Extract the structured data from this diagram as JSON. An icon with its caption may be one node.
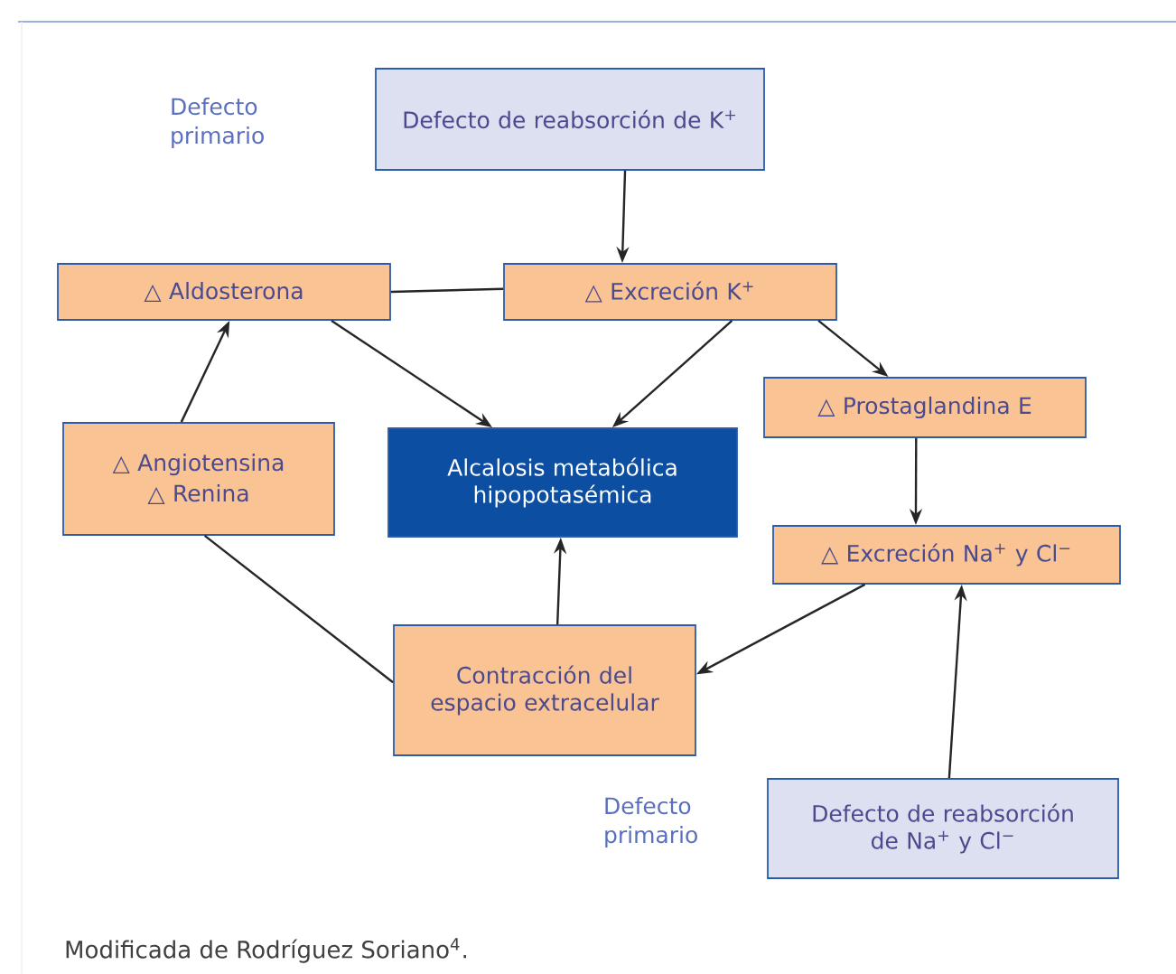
{
  "diagram": {
    "caption": "Modificada de Rodríguez Soriano$^{4}$.",
    "nodes": [
      {
        "text": [
          "Defecto de reabsorción de K$^{+}$"
        ]
      },
      {
        "text": [
          "△ Aldosterona"
        ]
      },
      {
        "text": [
          "△ Excreción K$^{+}$"
        ]
      },
      {
        "text": [
          "△ Prostaglandina E"
        ]
      },
      {
        "text": [
          "△ Angiotensina",
          "△ Renina"
        ]
      },
      {
        "text": [
          "Alcalosis metabólica hipopotasémica"
        ]
      },
      {
        "text": [
          "△ Excreción Na$^{+}$ y Cl$^{−}$"
        ]
      },
      {
        "text": [
          "Contracción del espacio extracelular"
        ]
      },
      {
        "text": [
          "Defecto de reabsorción de Na$^{+}$ y Cl$^{−}$"
        ]
      }
    ],
    "edges": [
      {
        "from": 0,
        "to": 2,
        "arrow": "to"
      },
      {
        "from": 1,
        "to": 2,
        "arrow": "none"
      },
      {
        "from": 1,
        "to": 5,
        "arrow": "to"
      },
      {
        "from": 2,
        "to": 5,
        "arrow": "to"
      },
      {
        "from": 2,
        "to": 3,
        "arrow": "to"
      },
      {
        "from": 4,
        "to": 1,
        "arrow": "to"
      },
      {
        "from": 3,
        "to": 6,
        "arrow": "to"
      },
      {
        "from": 6,
        "to": 7,
        "arrow": "to"
      },
      {
        "from": 7,
        "to": 5,
        "arrow": "to"
      },
      {
        "from": 7,
        "to": 4,
        "arrow": "none"
      },
      {
        "from": 8,
        "to": 6,
        "arrow": "to"
      }
    ],
    "labels": [
      "Defecto primario",
      "Defecto primario"
    ]
  }
}
